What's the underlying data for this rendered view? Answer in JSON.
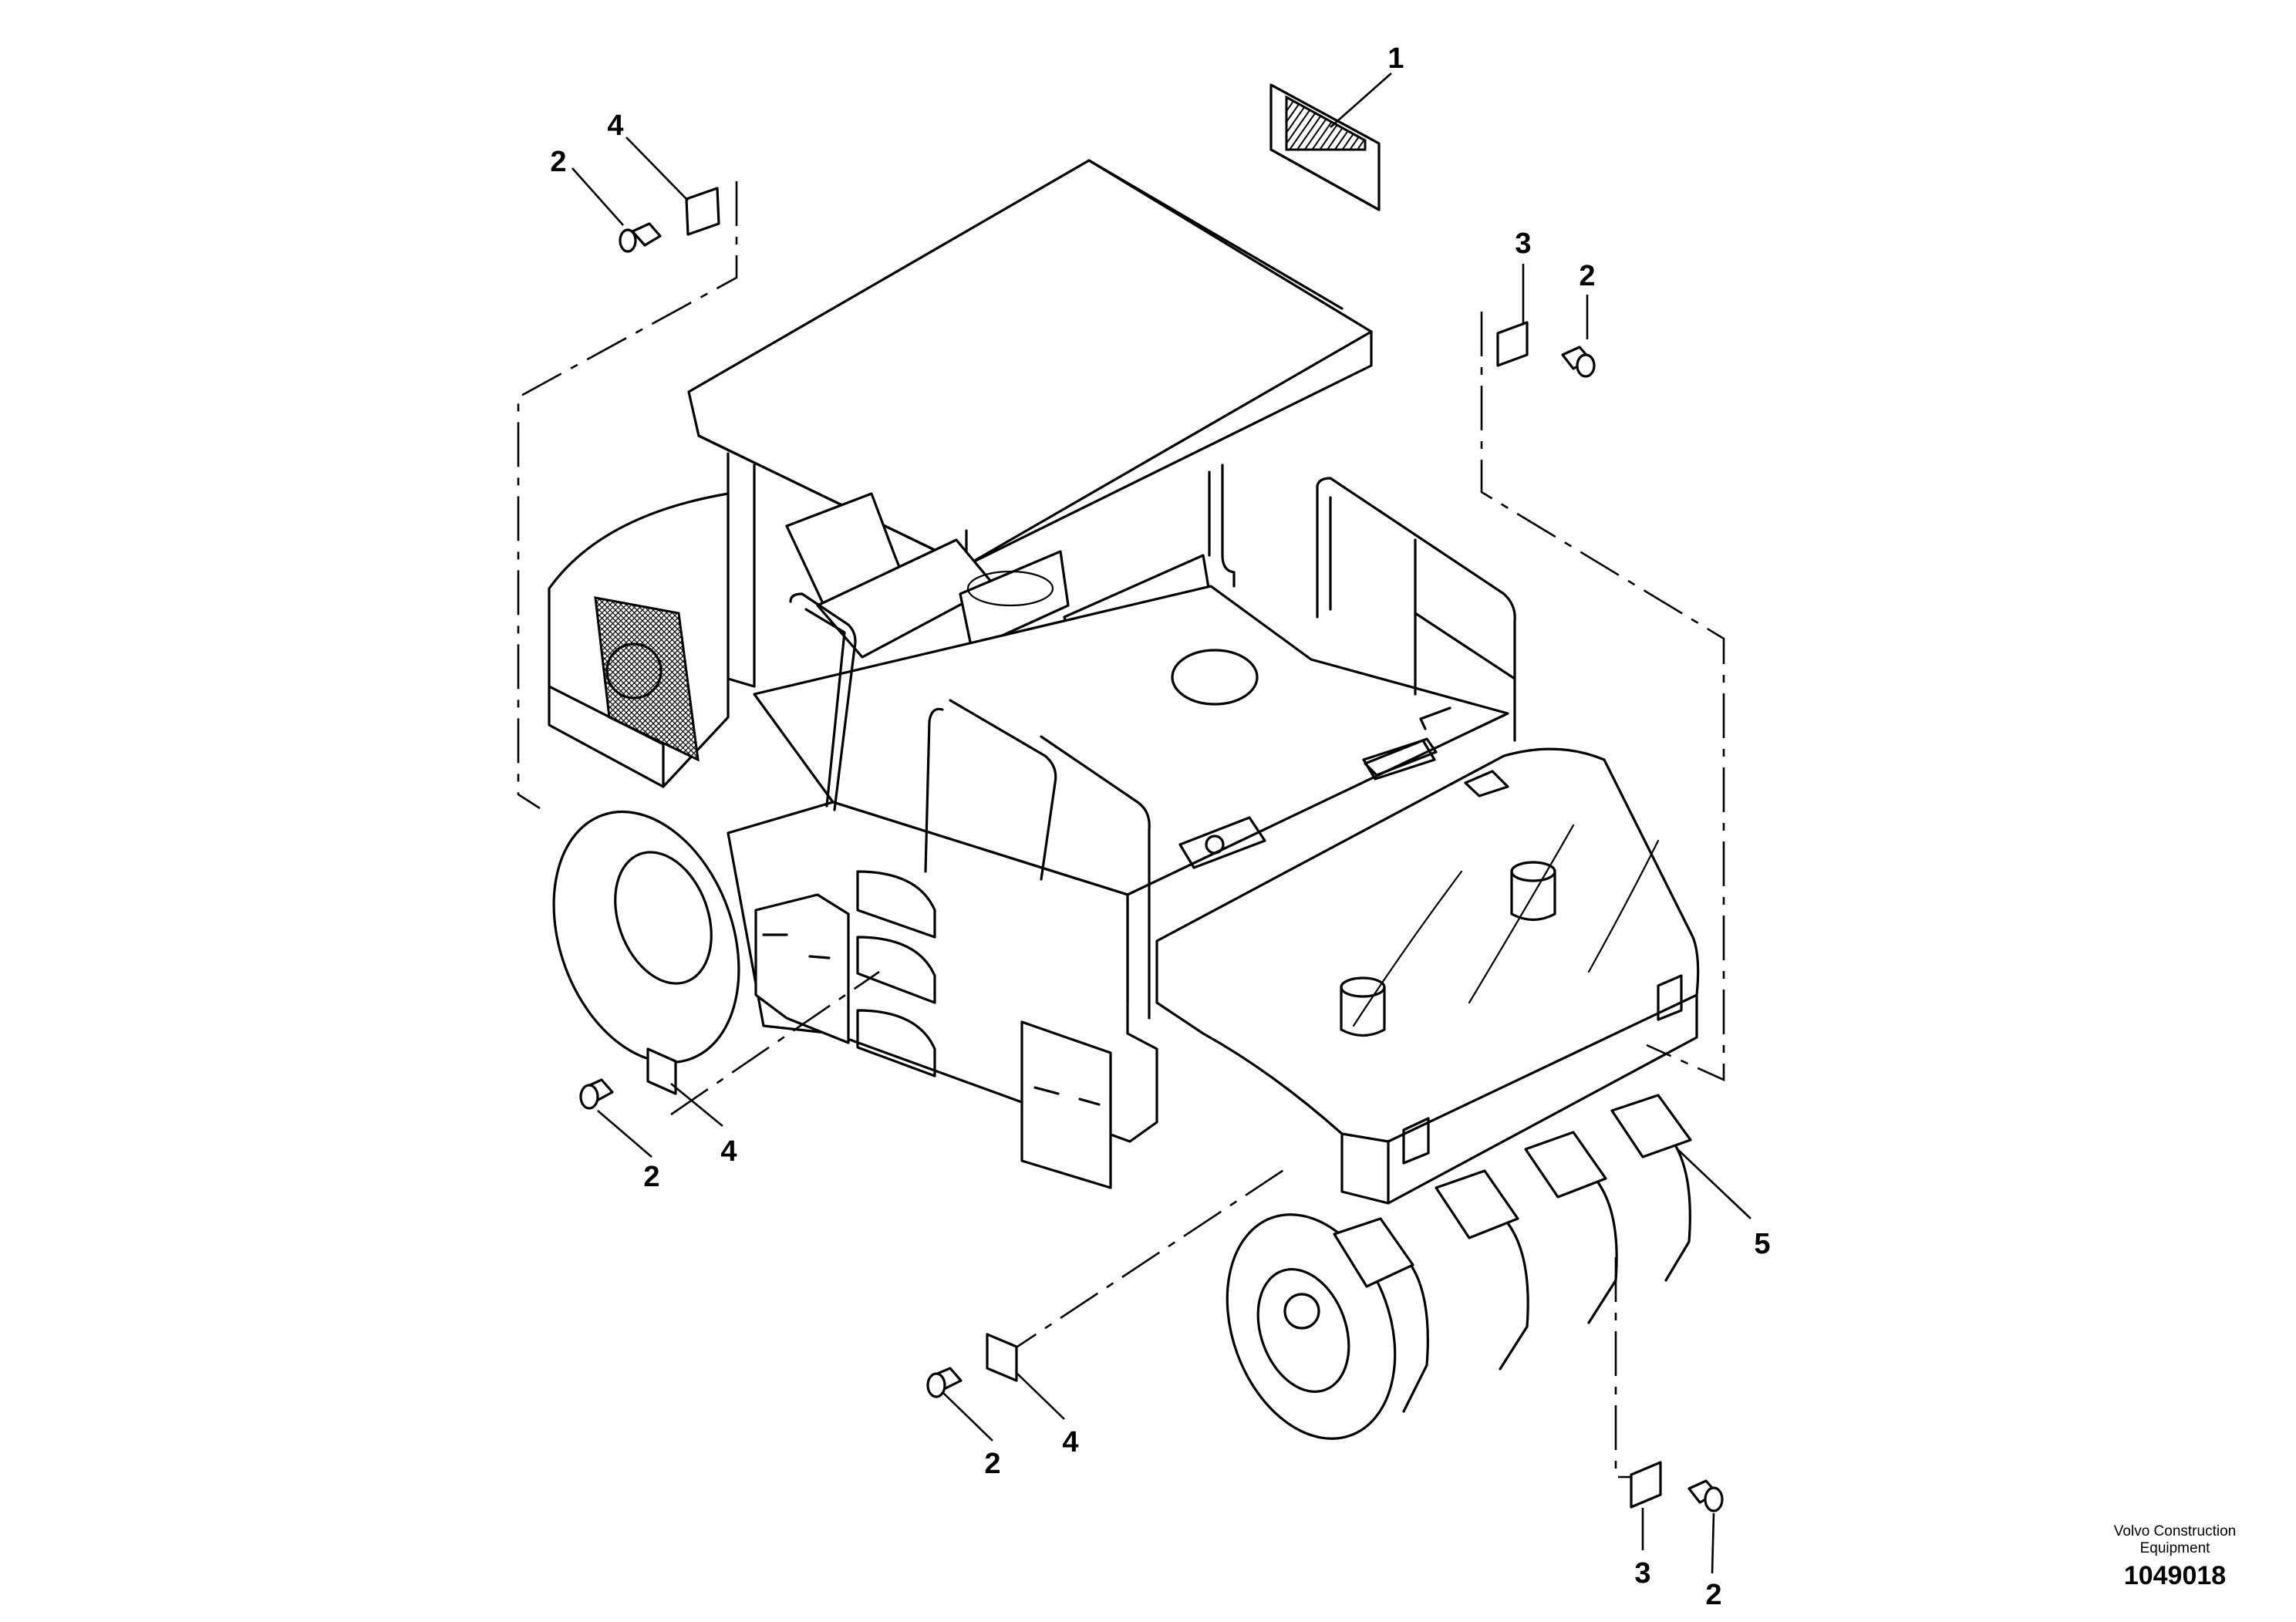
{
  "callouts": {
    "c1": "1",
    "c2a": "2",
    "c4a": "4",
    "c3b": "3",
    "c2b": "2",
    "c2c": "2",
    "c4c": "4",
    "c5": "5",
    "c2d": "2",
    "c4d": "4",
    "c3e": "3",
    "c2e": "2"
  },
  "footer": {
    "brand": "Volvo Construction Equipment",
    "figure_number": "1049018"
  }
}
